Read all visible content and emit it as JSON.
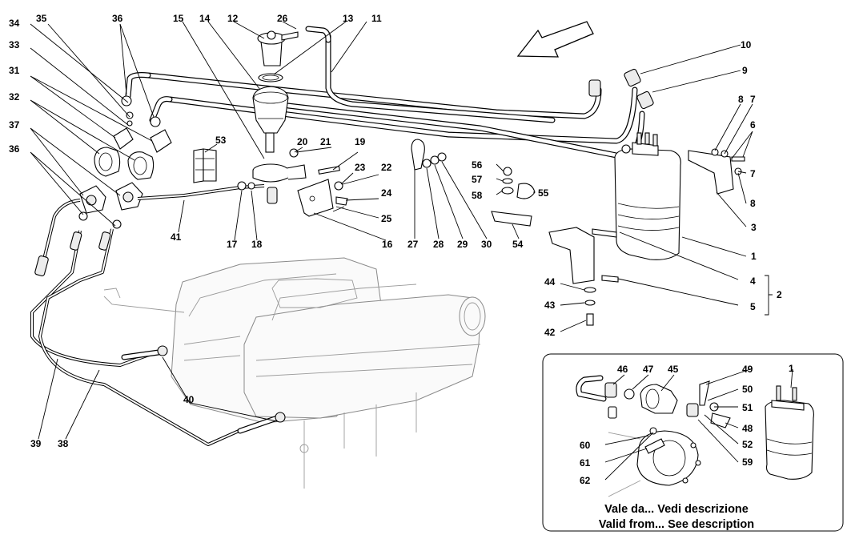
{
  "diagram": {
    "inset_caption": {
      "line1": "Vale da... Vedi descrizione",
      "line2": "Valid from... See description"
    },
    "callouts": [
      {
        "id": "c1",
        "text": "1"
      },
      {
        "id": "c1b",
        "text": "1"
      },
      {
        "id": "c2",
        "text": "2"
      },
      {
        "id": "c3",
        "text": "3"
      },
      {
        "id": "c4",
        "text": "4"
      },
      {
        "id": "c5",
        "text": "5"
      },
      {
        "id": "c6",
        "text": "6"
      },
      {
        "id": "c7a",
        "text": "7"
      },
      {
        "id": "c7b",
        "text": "7"
      },
      {
        "id": "c8a",
        "text": "8"
      },
      {
        "id": "c8b",
        "text": "8"
      },
      {
        "id": "c9",
        "text": "9"
      },
      {
        "id": "c10",
        "text": "10"
      },
      {
        "id": "c11",
        "text": "11"
      },
      {
        "id": "c12",
        "text": "12"
      },
      {
        "id": "c13",
        "text": "13"
      },
      {
        "id": "c14",
        "text": "14"
      },
      {
        "id": "c15",
        "text": "15"
      },
      {
        "id": "c16",
        "text": "16"
      },
      {
        "id": "c17",
        "text": "17"
      },
      {
        "id": "c18",
        "text": "18"
      },
      {
        "id": "c19",
        "text": "19"
      },
      {
        "id": "c20",
        "text": "20"
      },
      {
        "id": "c21",
        "text": "21"
      },
      {
        "id": "c22",
        "text": "22"
      },
      {
        "id": "c23",
        "text": "23"
      },
      {
        "id": "c24",
        "text": "24"
      },
      {
        "id": "c25",
        "text": "25"
      },
      {
        "id": "c26",
        "text": "26"
      },
      {
        "id": "c27",
        "text": "27"
      },
      {
        "id": "c28",
        "text": "28"
      },
      {
        "id": "c29",
        "text": "29"
      },
      {
        "id": "c30",
        "text": "30"
      },
      {
        "id": "c31",
        "text": "31"
      },
      {
        "id": "c32",
        "text": "32"
      },
      {
        "id": "c33",
        "text": "33"
      },
      {
        "id": "c34",
        "text": "34"
      },
      {
        "id": "c35",
        "text": "35"
      },
      {
        "id": "c36a",
        "text": "36"
      },
      {
        "id": "c36b",
        "text": "36"
      },
      {
        "id": "c37",
        "text": "37"
      },
      {
        "id": "c38",
        "text": "38"
      },
      {
        "id": "c39",
        "text": "39"
      },
      {
        "id": "c40",
        "text": "40"
      },
      {
        "id": "c41",
        "text": "41"
      },
      {
        "id": "c42",
        "text": "42"
      },
      {
        "id": "c43",
        "text": "43"
      },
      {
        "id": "c44",
        "text": "44"
      },
      {
        "id": "c45",
        "text": "45"
      },
      {
        "id": "c46",
        "text": "46"
      },
      {
        "id": "c47",
        "text": "47"
      },
      {
        "id": "c48",
        "text": "48"
      },
      {
        "id": "c49",
        "text": "49"
      },
      {
        "id": "c50",
        "text": "50"
      },
      {
        "id": "c51",
        "text": "51"
      },
      {
        "id": "c52",
        "text": "52"
      },
      {
        "id": "c53",
        "text": "53"
      },
      {
        "id": "c54",
        "text": "54"
      },
      {
        "id": "c55",
        "text": "55"
      },
      {
        "id": "c56",
        "text": "56"
      },
      {
        "id": "c57",
        "text": "57"
      },
      {
        "id": "c58",
        "text": "58"
      },
      {
        "id": "c59",
        "text": "59"
      },
      {
        "id": "c60",
        "text": "60"
      },
      {
        "id": "c61",
        "text": "61"
      },
      {
        "id": "c62",
        "text": "62"
      }
    ]
  }
}
